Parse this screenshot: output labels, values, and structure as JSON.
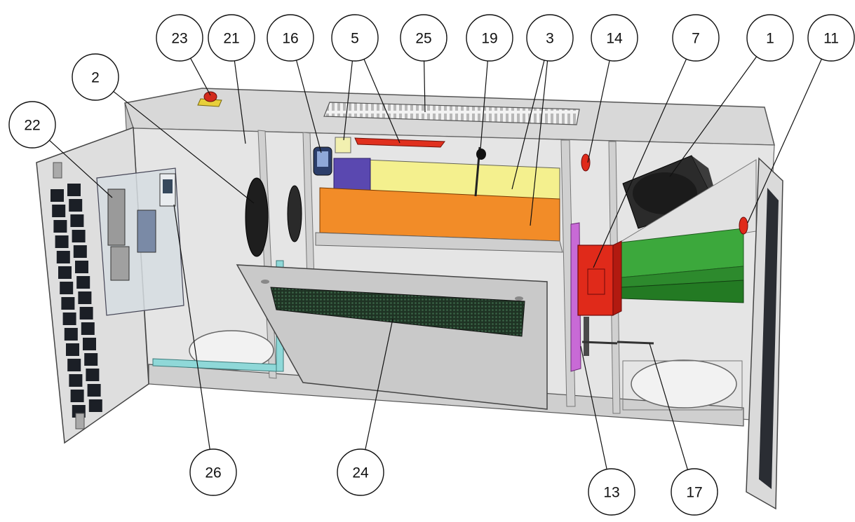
{
  "figure": {
    "colors": {
      "housing": "#dcdcdc",
      "housing_dark": "#b9b9b9",
      "interior": "#e6e6e6",
      "heat_exchanger_top": "#f4f08e",
      "heat_exchanger_front": "#f28c28",
      "heat_exchanger_blue": "#5a48b0",
      "filter_green": "#3ca83c",
      "bypass_red": "#e02a1a",
      "condensate_pipe": "#8fd8d8",
      "electronics_box": "#d6dde2",
      "grille": "#1f3324",
      "fan": "#2a2a2a",
      "panel_magenta": "#c86ad6",
      "door_grid": "#1b1f26"
    },
    "callouts": [
      {
        "id": "c23",
        "label": "23"
      },
      {
        "id": "c21",
        "label": "21"
      },
      {
        "id": "c16",
        "label": "16"
      },
      {
        "id": "c5",
        "label": "5"
      },
      {
        "id": "c25",
        "label": "25"
      },
      {
        "id": "c19",
        "label": "19"
      },
      {
        "id": "c3",
        "label": "3"
      },
      {
        "id": "c14",
        "label": "14"
      },
      {
        "id": "c7",
        "label": "7"
      },
      {
        "id": "c1",
        "label": "1"
      },
      {
        "id": "c11",
        "label": "11"
      },
      {
        "id": "c2",
        "label": "2"
      },
      {
        "id": "c22",
        "label": "22"
      },
      {
        "id": "c26",
        "label": "26"
      },
      {
        "id": "c24",
        "label": "24"
      },
      {
        "id": "c13",
        "label": "13"
      },
      {
        "id": "c17",
        "label": "17"
      }
    ]
  }
}
